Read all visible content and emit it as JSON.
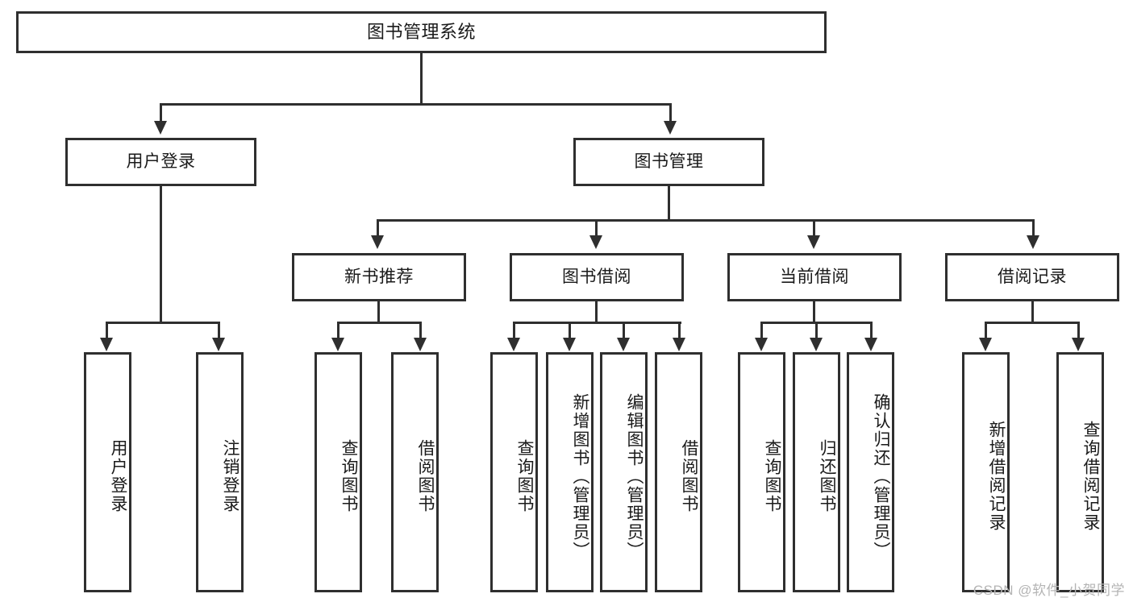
{
  "diagram": {
    "title": "图书管理系统",
    "type": "tree",
    "watermark": "CSDN @软件_小贺同学",
    "colors": {
      "stroke": "#2f2f2f",
      "background": "#ffffff",
      "text": "#1a1a1a",
      "watermark": "#b4b4b4"
    },
    "nodes": {
      "root": {
        "label": "图书管理系统"
      },
      "level2": [
        {
          "label": "用户登录"
        },
        {
          "label": "图书管理"
        }
      ],
      "level3": [
        {
          "label": "新书推荐"
        },
        {
          "label": "图书借阅"
        },
        {
          "label": "当前借阅"
        },
        {
          "label": "借阅记录"
        }
      ],
      "leaves": {
        "user_login": [
          {
            "label": "用户登录"
          },
          {
            "label": "注销登录"
          }
        ],
        "new_book_recommend": [
          {
            "label": "查询图书"
          },
          {
            "label": "借阅图书"
          }
        ],
        "book_borrow": [
          {
            "label": "查询图书"
          },
          {
            "label": "新增图书（管理员）"
          },
          {
            "label": "编辑图书（管理员）"
          },
          {
            "label": "借阅图书"
          }
        ],
        "current_borrow": [
          {
            "label": "查询图书"
          },
          {
            "label": "归还图书"
          },
          {
            "label": "确认归还（管理员）"
          }
        ],
        "borrow_record": [
          {
            "label": "新增借阅记录"
          },
          {
            "label": "查询借阅记录"
          }
        ]
      }
    }
  }
}
